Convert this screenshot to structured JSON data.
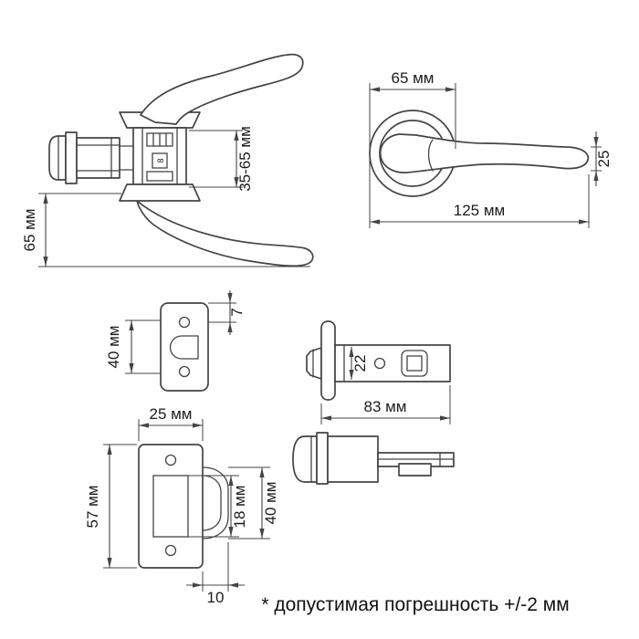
{
  "drawing": {
    "line_color": "#444444",
    "text_color": "#1c1c1c",
    "background": "#ffffff"
  },
  "handle_side": {
    "spindle_label": "8",
    "dim_backset": "35-65 мм",
    "dim_lever_height": "65 мм"
  },
  "handle_front": {
    "dim_rosette_diameter": "65 мм",
    "dim_lever_thickness": "25",
    "dim_total_length": "125 мм"
  },
  "strike_plate_small": {
    "dim_hole_spacing": "40 мм",
    "dim_edge_offset": "7"
  },
  "latch": {
    "dim_body_height": "22",
    "dim_total_length": "83 мм"
  },
  "strike_plate_angled": {
    "dim_width": "25 мм",
    "dim_height": "57 мм",
    "dim_hole_height": "18 мм",
    "dim_lip_height": "40 мм",
    "dim_lip_depth": "10"
  },
  "footer": {
    "tolerance_note": "* допустимая погрешность +/-2 мм"
  }
}
